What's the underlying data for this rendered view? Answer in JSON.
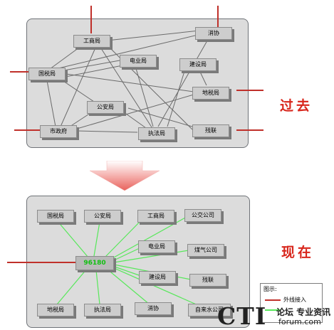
{
  "before": {
    "label": "过去",
    "nodes": [
      "工商局",
      "消协",
      "电业局",
      "建设局",
      "国税局",
      "地税局",
      "公安局",
      "市政府",
      "执法局",
      "残联"
    ]
  },
  "after": {
    "label": "现在",
    "hub": "96180",
    "nodes": [
      "国税局",
      "公安局",
      "工商局",
      "公交公司",
      "电业局",
      "煤气公司",
      "建设局",
      "残联",
      "地税局",
      "执法局",
      "消协",
      "自来水公司"
    ]
  },
  "legend": {
    "title": "图示:",
    "external_label": "外线接入",
    "internal_label": "",
    "external_color": "#c0302a",
    "internal_color": "#57e85a"
  },
  "watermark": {
    "brand": "CTI",
    "line1": "论坛 专业资讯",
    "line2": "forum.com"
  },
  "colors": {
    "panel": "#dcdcdc",
    "external_line": "#c0302a",
    "before_line": "#6b6b6b",
    "after_line": "#57e85a",
    "label": "#d8261c"
  }
}
